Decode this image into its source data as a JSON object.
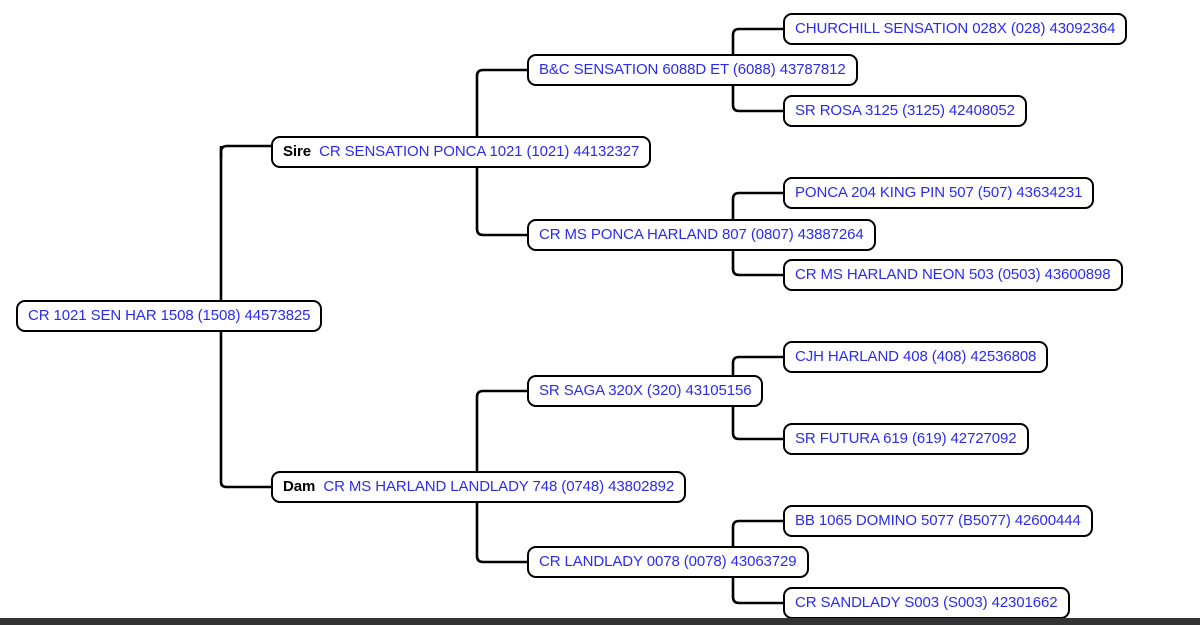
{
  "page": {
    "background_color": "#ffffff",
    "node_text_color": "#2b2bf0",
    "node_border_color": "#000000",
    "connector_color": "#000000",
    "bottom_bar_color": "#333333"
  },
  "pedigree": {
    "root": {
      "role": "",
      "name": "CR 1021 SEN HAR 1508 (1508) 44573825"
    },
    "sire": {
      "role": "Sire",
      "name": "CR SENSATION PONCA 1021 (1021) 44132327"
    },
    "dam": {
      "role": "Dam",
      "name": "CR MS HARLAND LANDLADY 748 (0748) 43802892"
    },
    "sire_sire": {
      "role": "",
      "name": "B&C SENSATION 6088D ET (6088) 43787812"
    },
    "sire_dam": {
      "role": "",
      "name": "CR MS PONCA HARLAND 807 (0807) 43887264"
    },
    "dam_sire": {
      "role": "",
      "name": "SR SAGA 320X (320) 43105156"
    },
    "dam_dam": {
      "role": "",
      "name": "CR LANDLADY 0078 (0078) 43063729"
    },
    "sire_sire_sire": {
      "role": "",
      "name": "CHURCHILL SENSATION 028X (028) 43092364"
    },
    "sire_sire_dam": {
      "role": "",
      "name": "SR ROSA 3125 (3125) 42408052"
    },
    "sire_dam_sire": {
      "role": "",
      "name": "PONCA 204 KING PIN 507 (507) 43634231"
    },
    "sire_dam_dam": {
      "role": "",
      "name": "CR MS HARLAND NEON 503 (0503) 43600898"
    },
    "dam_sire_sire": {
      "role": "",
      "name": "CJH HARLAND 408 (408) 42536808"
    },
    "dam_sire_dam": {
      "role": "",
      "name": "SR FUTURA 619 (619) 42727092"
    },
    "dam_dam_sire": {
      "role": "",
      "name": "BB 1065 DOMINO 5077 (B5077) 42600444"
    },
    "dam_dam_dam": {
      "role": "",
      "name": "CR SANDLADY S003 (S003) 42301662"
    }
  }
}
